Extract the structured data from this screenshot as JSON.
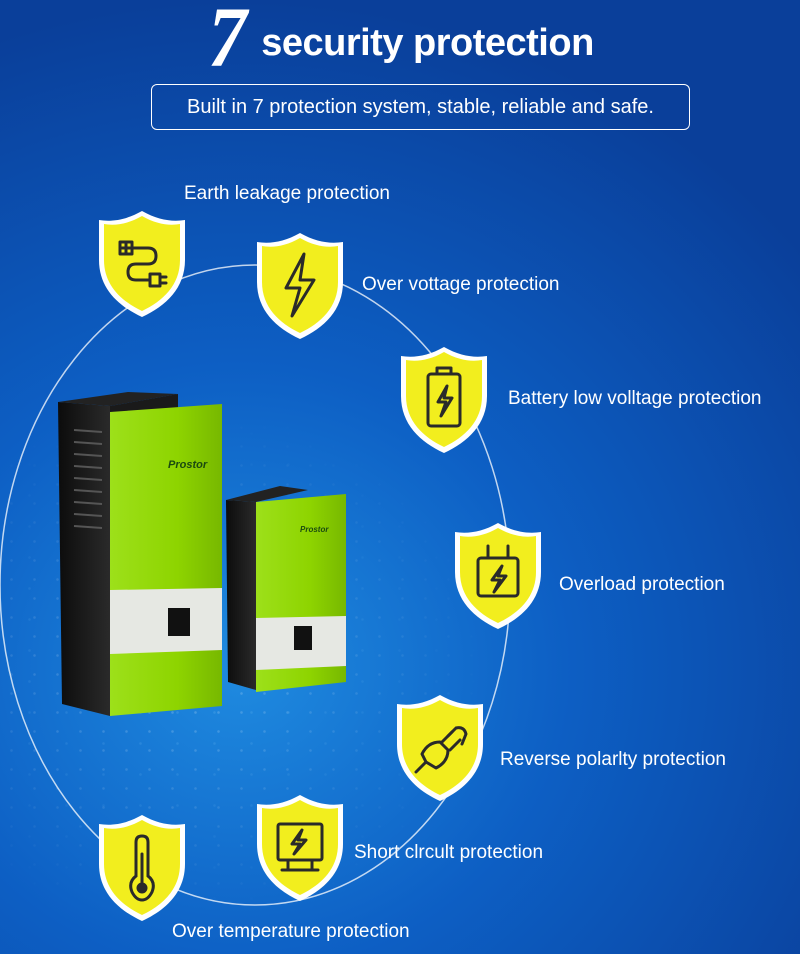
{
  "header": {
    "number": "7",
    "title": "security protection",
    "subtitle": "Built in 7 protection system, stable, reliable and safe."
  },
  "product": {
    "brand": "Prostor"
  },
  "features": [
    {
      "icon": "cable-plug-icon",
      "label": "Earth leakage protection"
    },
    {
      "icon": "lightning-icon",
      "label": "Over vottage protection"
    },
    {
      "icon": "battery-icon",
      "label": "Battery low volltage protection"
    },
    {
      "icon": "power-adapter-icon",
      "label": "Overload protection"
    },
    {
      "icon": "plug-socket-icon",
      "label": "Reverse polarlty protection"
    },
    {
      "icon": "circuit-board-icon",
      "label": "Short clrcult protection"
    },
    {
      "icon": "thermometer-icon",
      "label": "Over temperature protection"
    }
  ],
  "colors": {
    "shield_fill": "#f2ee1e",
    "shield_stroke": "#2a2a2a",
    "shield_outline": "#ffffff",
    "inverter_green": "#8ed400",
    "inverter_dark": "#1a1a1a",
    "inverter_band": "#e6e8e3"
  }
}
